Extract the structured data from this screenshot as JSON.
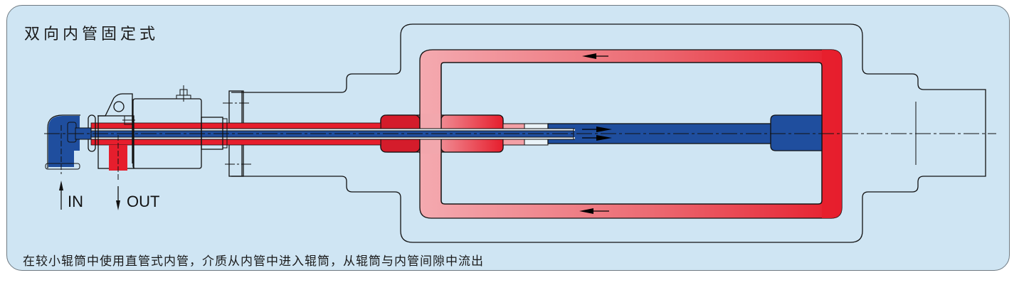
{
  "title": "双向内管固定式",
  "caption": "在较小辊筒中使用直管式内管，介质从内管中进入辊筒，从辊筒与内管间隙中流出",
  "labels": {
    "inlet": "IN",
    "outlet": "OUT"
  },
  "colors": {
    "background": "#cfe5f3",
    "inlet_blue": "#1f4e9e",
    "outlet_red": "#e61e2d",
    "outlet_red_light": "#f4aab0",
    "outline": "#111111"
  },
  "flow": {
    "inner_tube": "inlet (blue) flows right into roller",
    "outer_channel": "return (red) flows left out of roller"
  }
}
